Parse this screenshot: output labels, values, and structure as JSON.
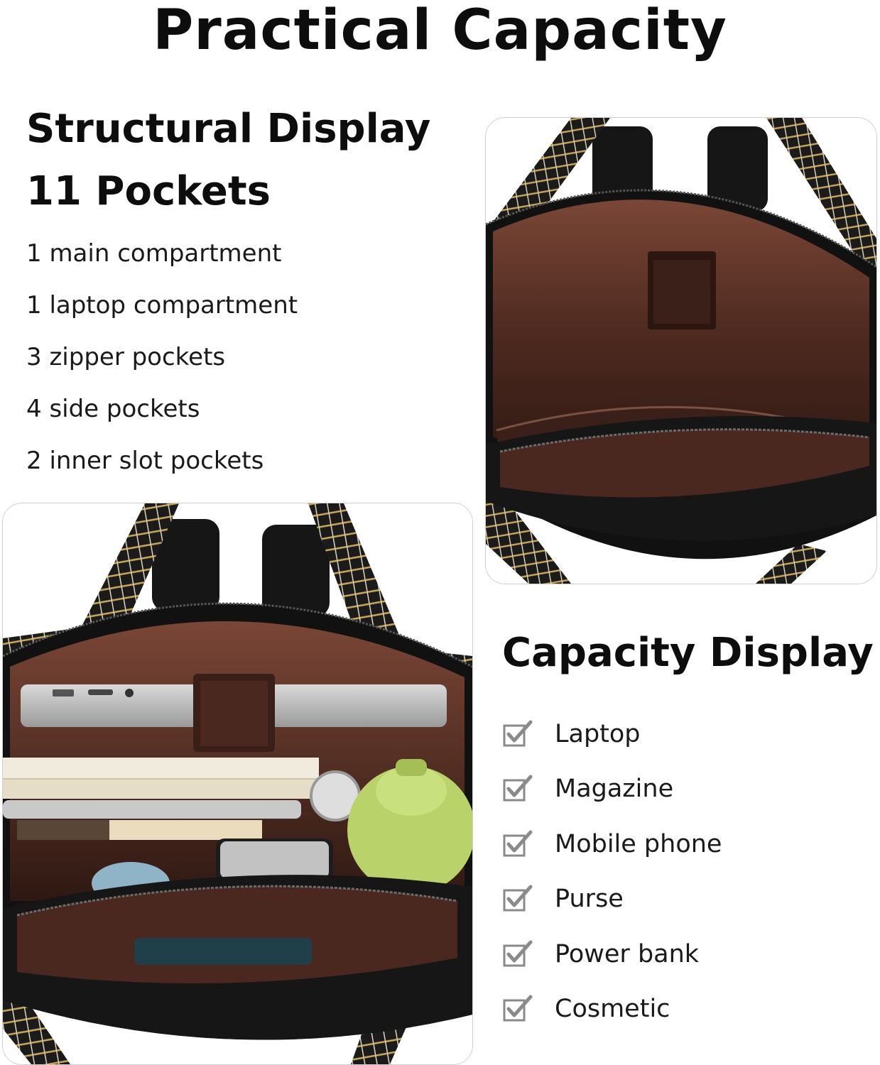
{
  "title": "Practical Capacity",
  "structural": {
    "heading_line1": "Structural Display",
    "heading_line2": "11 Pockets",
    "items": [
      "1 main compartment",
      "1 laptop compartment",
      "3 zipper pockets",
      "4 side pockets",
      "2 inner slot pockets"
    ]
  },
  "capacity": {
    "heading": "Capacity Display",
    "items": [
      "Laptop",
      "Magazine",
      "Mobile phone",
      "Purse",
      "Power bank",
      "Cosmetic"
    ]
  },
  "colors": {
    "lining": "#5a3226",
    "leather": "#141414",
    "strap_accent": "#c8a45a",
    "check": "#8a8a8a",
    "bottle": "#b9d36a"
  }
}
